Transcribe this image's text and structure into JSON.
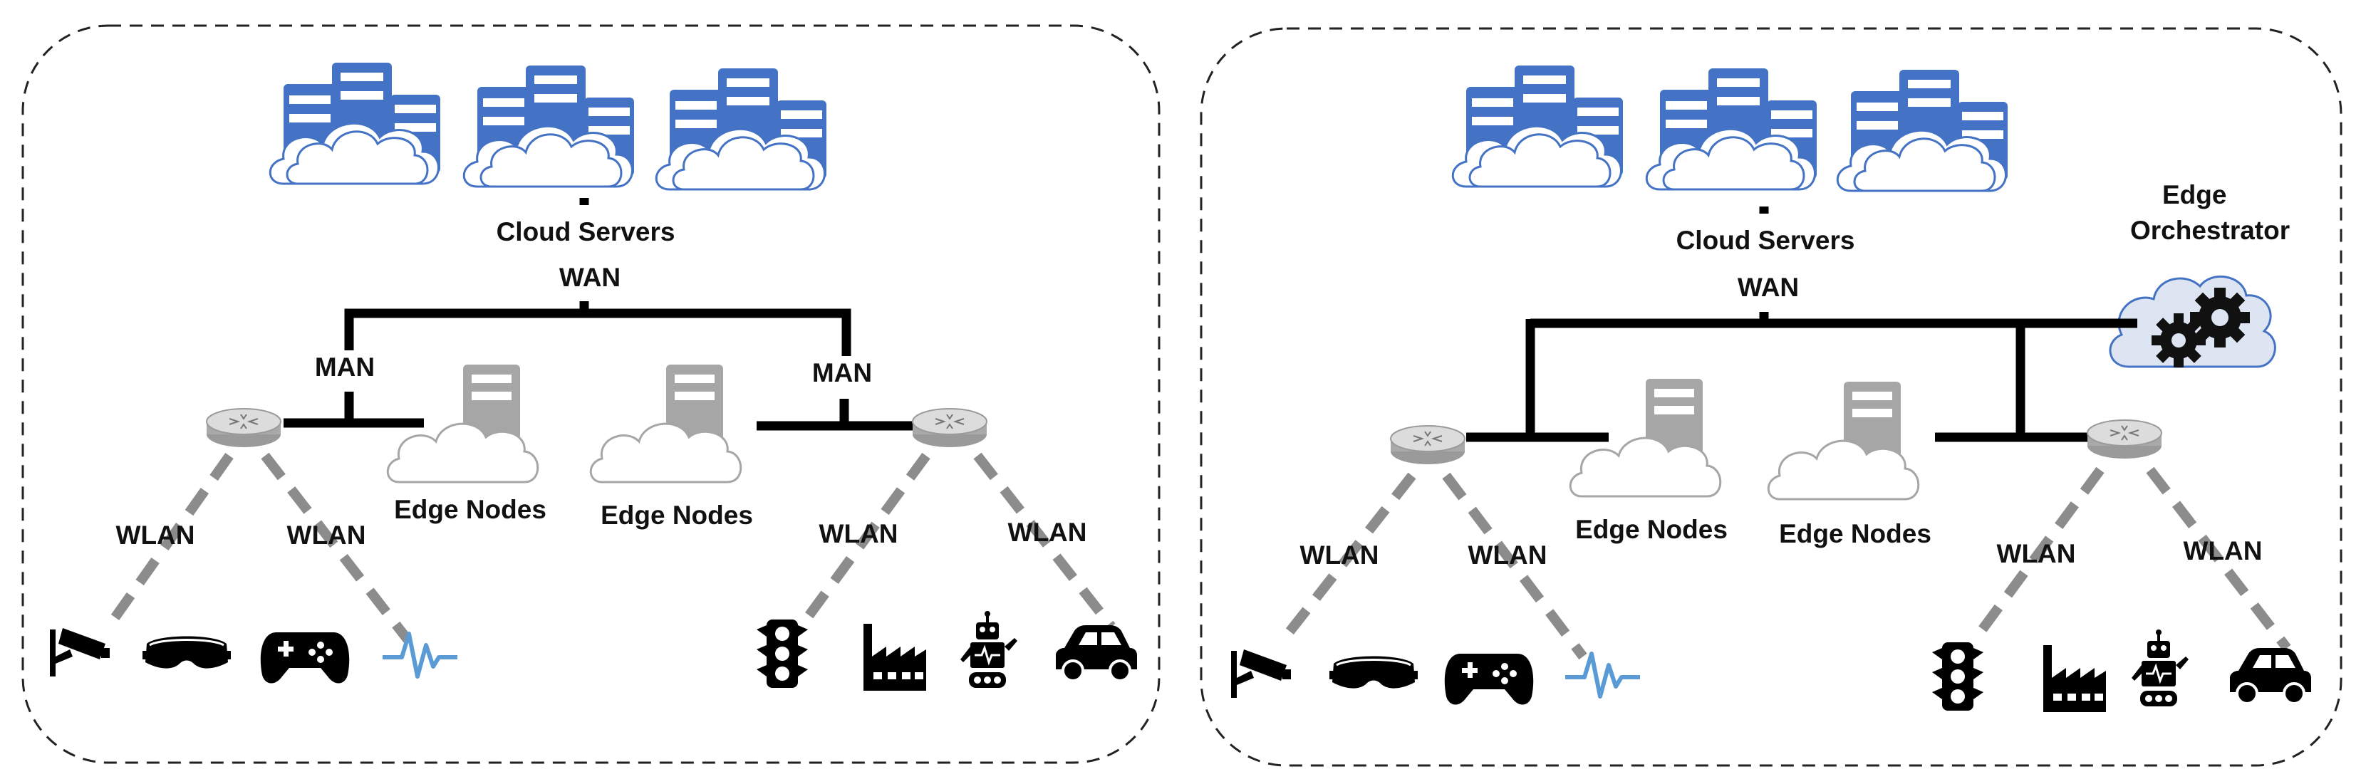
{
  "colors": {
    "cloud_server": "#4472c4",
    "edge_server": "#a6a6a6",
    "wireless_link": "#8c8c8c",
    "wired_link": "#000000",
    "signal_icon": "#5b9bd5"
  },
  "left_panel": {
    "cloud_label": "Cloud Servers",
    "wan_label": "WAN",
    "man_label_left": "MAN",
    "man_label_right": "MAN",
    "edge_label_left": "Edge Nodes",
    "edge_label_right": "Edge Nodes",
    "wlan_labels": [
      "WLAN",
      "WLAN",
      "WLAN",
      "WLAN"
    ],
    "devices_left": [
      "camera-icon",
      "vr-headset-icon",
      "gamepad-icon",
      "signal-icon"
    ],
    "devices_right": [
      "traffic-light-icon",
      "factory-icon",
      "robot-icon",
      "car-icon"
    ]
  },
  "right_panel": {
    "cloud_label": "Cloud Servers",
    "wan_label": "WAN",
    "orchestrator_label_line1": "Edge",
    "orchestrator_label_line2": "Orchestrator",
    "edge_label_left": "Edge Nodes",
    "edge_label_right": "Edge Nodes",
    "wlan_labels": [
      "WLAN",
      "WLAN",
      "WLAN",
      "WLAN"
    ],
    "devices_left": [
      "camera-icon",
      "vr-headset-icon",
      "gamepad-icon",
      "signal-icon"
    ],
    "devices_right": [
      "traffic-light-icon",
      "factory-icon",
      "robot-icon",
      "car-icon"
    ]
  }
}
